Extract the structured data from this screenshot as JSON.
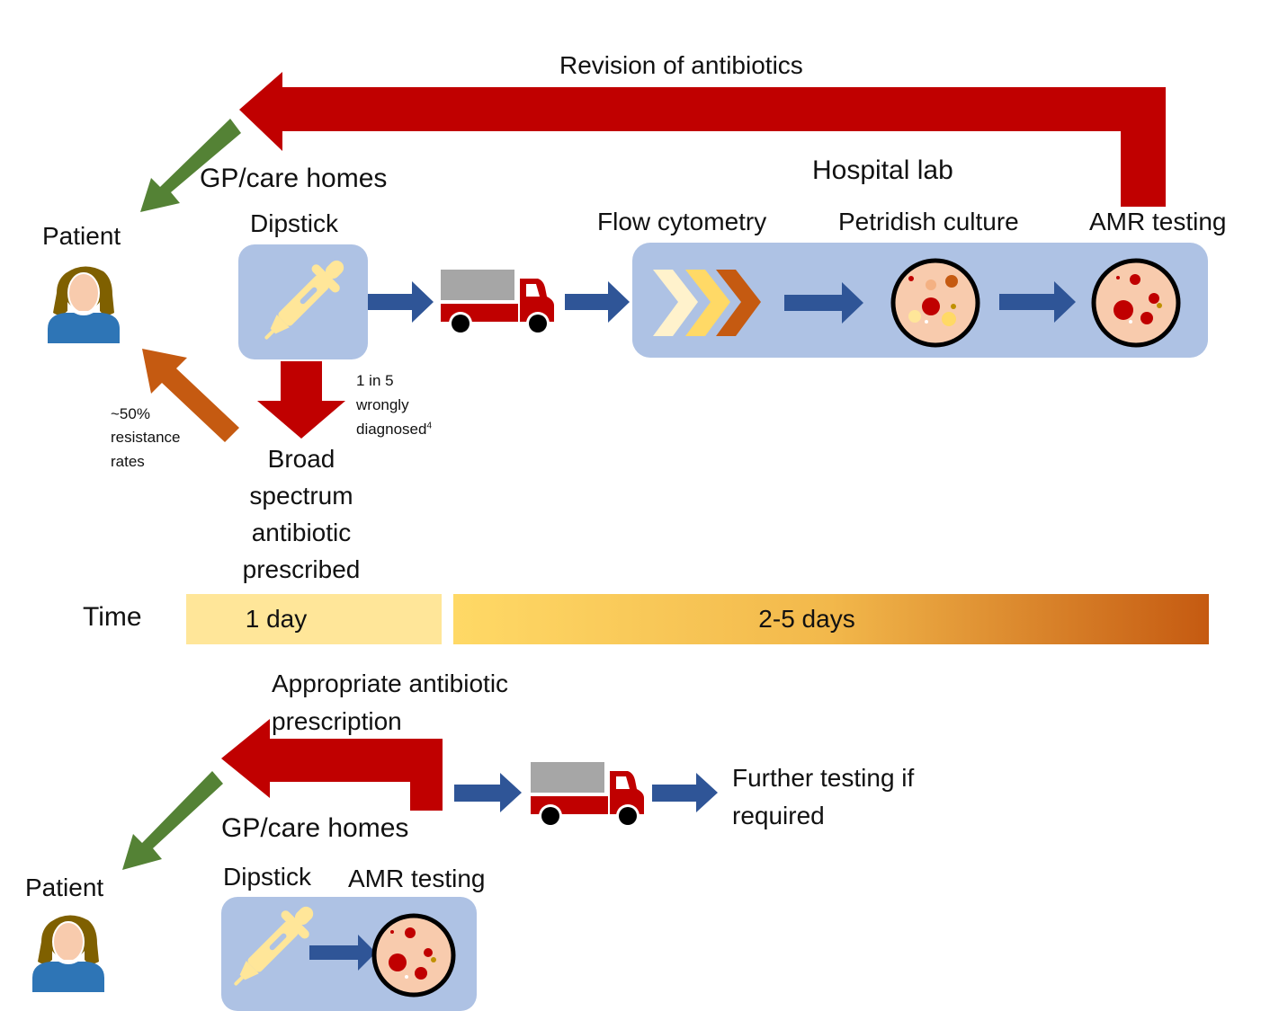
{
  "colors": {
    "red_arrow": "#c00000",
    "green_arrow": "#548235",
    "orange_arrow": "#c55a11",
    "blue_arrow": "#2f5597",
    "box_fill": "#aec2e4",
    "dipstick": "#ffe699",
    "truck_red": "#c00000",
    "truck_grey": "#a6a6a6",
    "patient_hair": "#7f6000",
    "patient_skin": "#f8cbad",
    "patient_body": "#2e75b6",
    "time_1day": "#ffe699",
    "time_gradient_start": "#ffd966",
    "time_gradient_end": "#c55a11"
  },
  "current_pathway": {
    "feedback_label": "Revision of antibiotics",
    "patient_label": "Patient",
    "gp_title": "GP/care homes",
    "dipstick_label": "Dipstick",
    "wrong_diagnosis": [
      "1 in 5",
      "wrongly",
      "diagnosed"
    ],
    "wrong_diagnosis_ref": "4",
    "resistance": [
      "~50%",
      "resistance",
      "rates"
    ],
    "prescribed": [
      "Broad",
      "spectrum",
      "antibiotic",
      "prescribed"
    ],
    "hospital_title": "Hospital lab",
    "steps": [
      "Flow cytometry",
      "Petridish culture",
      "AMR testing"
    ]
  },
  "timeline": {
    "label": "Time",
    "segments": [
      {
        "label": "1 day"
      },
      {
        "label": "2-5 days"
      }
    ]
  },
  "proposed_pathway": {
    "prescription_label": [
      "Appropriate antibiotic",
      "prescription"
    ],
    "gp_title": "GP/care homes",
    "dipstick_label": "Dipstick",
    "amr_label": "AMR testing",
    "patient_label": "Patient",
    "further": [
      "Further testing if",
      "required"
    ]
  },
  "icons": {
    "patient": "person-icon",
    "dipstick": "pipette-icon",
    "truck": "delivery-truck-icon",
    "flow": "chevrons-icon",
    "petri": "petri-dish-icon"
  }
}
